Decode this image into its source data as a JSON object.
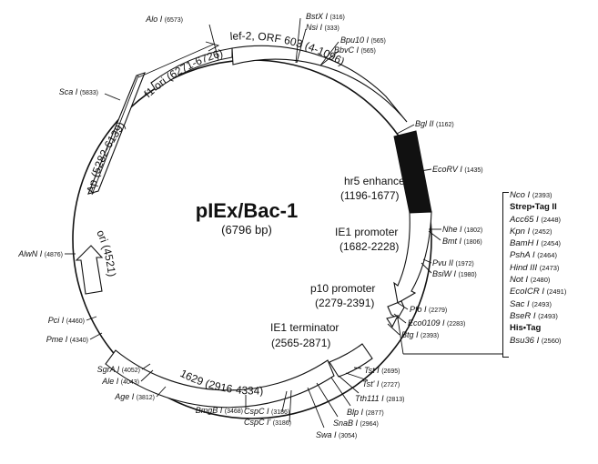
{
  "plasmid": {
    "name": "pIEx/Bac-1",
    "size_label": "(6796 bp)"
  },
  "features": [
    {
      "id": "f1ori",
      "label": "f1 ori (6271-6726)"
    },
    {
      "id": "lef2",
      "label": "lef-2, ORF 603 (4-1096)"
    },
    {
      "id": "ap",
      "label": "Ap (5282-6139)"
    },
    {
      "id": "hr5",
      "label": "hr5 enhancer",
      "range": "(1196-1677)"
    },
    {
      "id": "ie1p",
      "label": "IE1 promoter",
      "range": "(1682-2228)"
    },
    {
      "id": "p10p",
      "label": "p10 promoter",
      "range": "(2279-2391)"
    },
    {
      "id": "ori",
      "label": "ori (4521)"
    },
    {
      "id": "ie1t",
      "label": "IE1 terminator",
      "range": "(2565-2871)"
    },
    {
      "id": "r1629",
      "label": "1629 (2916-4334)"
    }
  ],
  "sites": [
    {
      "id": "alo",
      "name": "Alo I",
      "pos": "(6573)"
    },
    {
      "id": "bstx",
      "name": "BstX I",
      "pos": "(316)"
    },
    {
      "id": "nsi",
      "name": "Nsi I",
      "pos": "(333)"
    },
    {
      "id": "bpu10",
      "name": "Bpu10 I",
      "pos": "(565)"
    },
    {
      "id": "bbvc",
      "name": "BbvC I",
      "pos": "(565)"
    },
    {
      "id": "sca",
      "name": "Sca I",
      "pos": "(5833)"
    },
    {
      "id": "bgl",
      "name": "Bgl II",
      "pos": "(1162)"
    },
    {
      "id": "ecorv",
      "name": "EcoRV I",
      "pos": "(1435)"
    },
    {
      "id": "nhe",
      "name": "Nhe I",
      "pos": "(1802)"
    },
    {
      "id": "bmt",
      "name": "Bmt I",
      "pos": "(1806)"
    },
    {
      "id": "pvu",
      "name": "Pvu II",
      "pos": "(1972)"
    },
    {
      "id": "bsiw",
      "name": "BsiW I",
      "pos": "(1980)"
    },
    {
      "id": "alwn",
      "name": "AlwN I",
      "pos": "(4876)"
    },
    {
      "id": "pfo",
      "name": "Pfo I",
      "pos": "(2279)"
    },
    {
      "id": "eco0109",
      "name": "Eco0109 I",
      "pos": "(2283)"
    },
    {
      "id": "btg",
      "name": "Btg I",
      "pos": "(2393)"
    },
    {
      "id": "pci",
      "name": "Pci I",
      "pos": "(4460)"
    },
    {
      "id": "pme",
      "name": "Pme I",
      "pos": "(4340)"
    },
    {
      "id": "sgra",
      "name": "SgrA I",
      "pos": "(4052)"
    },
    {
      "id": "ale",
      "name": "Ale I",
      "pos": "(4043)"
    },
    {
      "id": "age",
      "name": "Age I",
      "pos": "(3812)"
    },
    {
      "id": "bmgb",
      "name": "BmgB I",
      "pos": "(3468)"
    },
    {
      "id": "cspc",
      "name": "CspC I",
      "pos": "(3186)"
    },
    {
      "id": "cspc2",
      "name": "CspC I'",
      "pos": "(3186)"
    },
    {
      "id": "swa",
      "name": "Swa I",
      "pos": "(3054)"
    },
    {
      "id": "snab",
      "name": "SnaB I",
      "pos": "(2964)"
    },
    {
      "id": "blp",
      "name": "Blp I",
      "pos": "(2877)"
    },
    {
      "id": "tth111",
      "name": "Tth111 I",
      "pos": "(2813)"
    },
    {
      "id": "tst2",
      "name": "Tst' I",
      "pos": "(2727)"
    },
    {
      "id": "tst",
      "name": "Tst I",
      "pos": "(2695)"
    }
  ],
  "mcs": [
    {
      "name": "Nco I",
      "pos": "(2393)"
    },
    {
      "tag": "Strep•Tag II"
    },
    {
      "name": "Acc65 I",
      "pos": "(2448)"
    },
    {
      "name": "Kpn I",
      "pos": "(2452)"
    },
    {
      "name": "BamH I",
      "pos": "(2454)"
    },
    {
      "name": "PshA I",
      "pos": "(2464)"
    },
    {
      "name": "Hind III",
      "pos": "(2473)"
    },
    {
      "name": "Not I",
      "pos": "(2480)"
    },
    {
      "name": "EcoICR I",
      "pos": "(2491)"
    },
    {
      "name": "Sac I",
      "pos": "(2493)"
    },
    {
      "name": "BseR I",
      "pos": "(2493)"
    },
    {
      "tag": "His•Tag"
    },
    {
      "name": "Bsu36 I",
      "pos": "(2560)"
    }
  ]
}
